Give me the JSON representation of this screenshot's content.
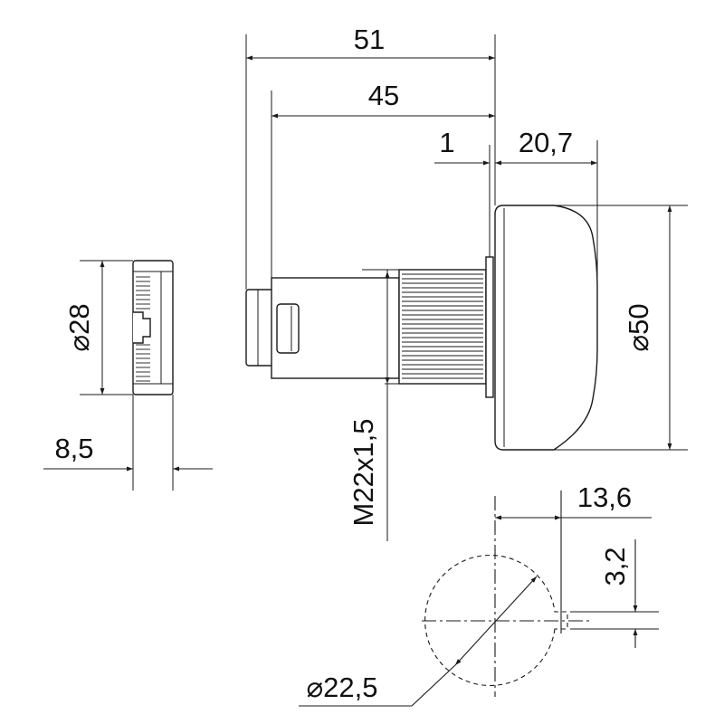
{
  "dimensions": {
    "overall_length": "51",
    "body_length": "45",
    "gap": "1",
    "head_depth": "20,7",
    "head_diameter": "⌀50",
    "nut_diameter": "⌀28",
    "nut_thickness": "8,5",
    "thread": "M22x1,5",
    "cutout_width": "13,6",
    "key_width": "3,2",
    "hole_diameter": "⌀22,5"
  },
  "colors": {
    "line": "#1a1a1a",
    "background": "#ffffff"
  }
}
